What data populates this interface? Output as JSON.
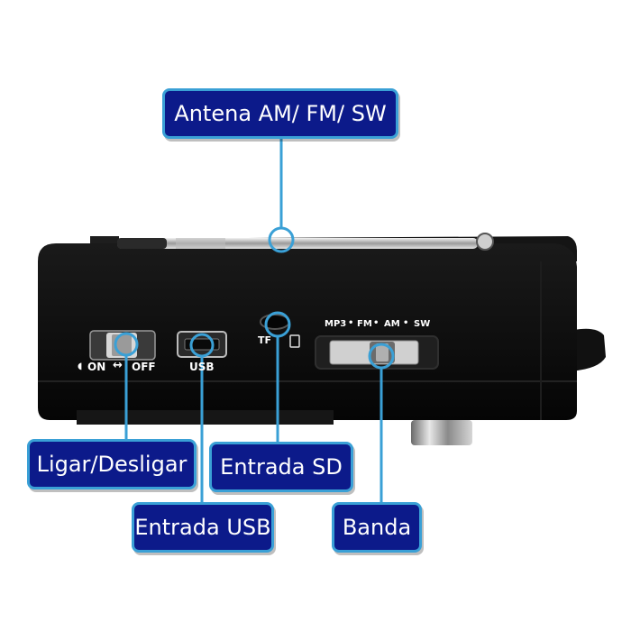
{
  "callouts": {
    "antena": "Antena AM/ FM/ SW",
    "ligar": "Ligar/Desligar",
    "sd": "Entrada SD",
    "usb": "Entrada USB",
    "banda": "Banda"
  },
  "device_labels": {
    "on": "ON",
    "arrow": "↔",
    "off": "OFF",
    "usb": "USB",
    "tf": "TF",
    "band_mp3": "MP3",
    "band_fm": "FM",
    "band_am": "AM",
    "band_sw": "SW",
    "dot": "•"
  },
  "colors": {
    "callout_fill": "#0c1a8a",
    "callout_border": "#3aa0d6",
    "leader_line": "#3aa0d6",
    "device_body": "#0a0a0a"
  }
}
